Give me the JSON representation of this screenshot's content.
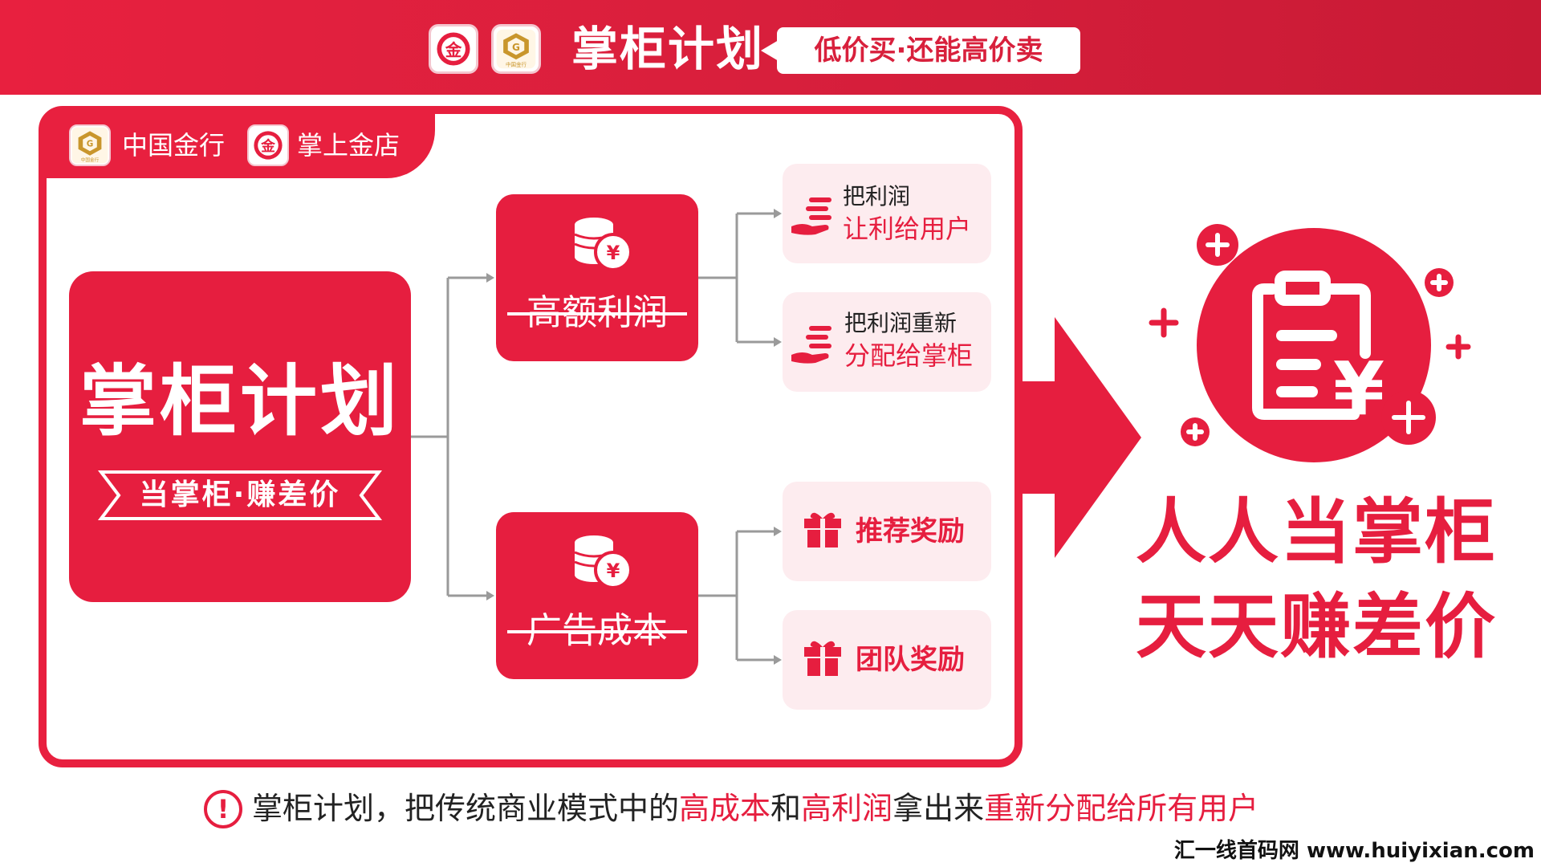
{
  "header": {
    "title": "掌柜计划",
    "tagline": "低价买·还能高价卖",
    "logo_left_icon": "gold-seal-logo-icon",
    "logo_right_icon": "china-gold-logo-icon",
    "logo_right_caption": "中国金行"
  },
  "brand_tab": {
    "brand_one": "中国金行",
    "brand_one_logo_caption": "中国金行",
    "brand_two": "掌上金店"
  },
  "main_plan": {
    "title": "掌柜计划",
    "subtitle": "当掌柜·赚差价"
  },
  "branches": [
    {
      "label": "高额利润",
      "icon": "coin-stack-icon",
      "children": [
        {
          "line1": "把利润",
          "line2": "让利给用户",
          "icon": "hand-money-icon"
        },
        {
          "line1": "把利润重新",
          "line2": "分配给掌柜",
          "icon": "hand-money-icon"
        }
      ]
    },
    {
      "label": "广告成本",
      "icon": "coin-stack-icon",
      "children": [
        {
          "label": "推荐奖励",
          "icon": "gift-icon"
        },
        {
          "label": "团队奖励",
          "icon": "gift-icon"
        }
      ]
    }
  ],
  "slogan": {
    "line1": "人人当掌柜",
    "line2": "天天赚差价",
    "icon": "clipboard-yuan-icon"
  },
  "note": {
    "icon": "exclamation-icon",
    "prefix": "掌柜计划，把传统商业模式中的",
    "hl1": "高成本",
    "mid1": "和",
    "hl2": "高利润",
    "mid2": "拿出来",
    "hl3": "重新分配给所有用户"
  },
  "watermark": "汇一线首码网 www.huiyixian.com",
  "colors": {
    "brand_red": "#e61e3f",
    "pink_bg": "#fdecef",
    "connector_gray": "#9a9a9a"
  }
}
